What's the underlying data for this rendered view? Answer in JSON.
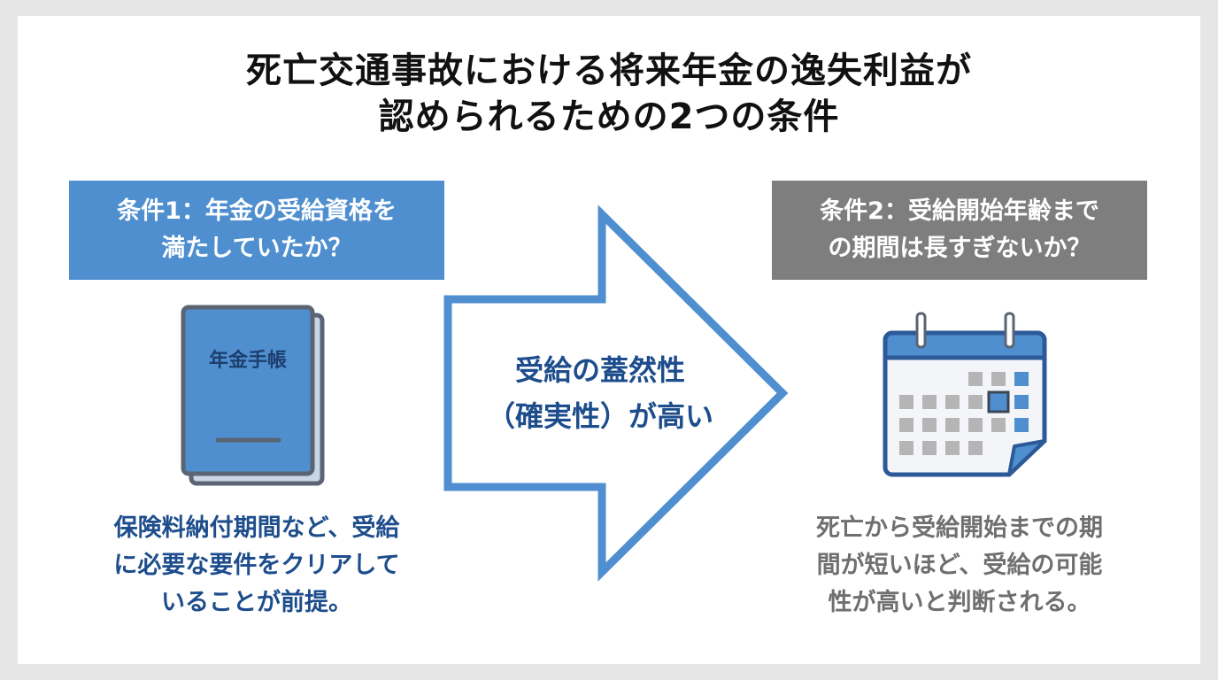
{
  "title": {
    "line1": "死亡交通事故における将来年金の逸失利益が",
    "line2": "認められるための2つの条件"
  },
  "condition1": {
    "line1": "条件1：年金の受給資格を",
    "line2": "満たしていたか？",
    "icon": "pension-book-icon",
    "book_label": "年金手帳",
    "desc_line1": "保険料納付期間など、受給",
    "desc_line2": "に必要な要件をクリアして",
    "desc_line3": "いることが前提。"
  },
  "arrow": {
    "line1": "受給の蓋然性",
    "line2": "（確実性）が高い"
  },
  "condition2": {
    "line1": "条件2：受給開始年齢まで",
    "line2": "の期間は長すぎないか？",
    "icon": "calendar-icon",
    "desc_line1": "死亡から受給開始までの期",
    "desc_line2": "間が短いほど、受給の可能",
    "desc_line3": "性が高いと判断される。"
  },
  "colors": {
    "accent_blue": "#4f8fd0",
    "dark_blue": "#1d4d8c",
    "gray": "#7e7e7e"
  }
}
